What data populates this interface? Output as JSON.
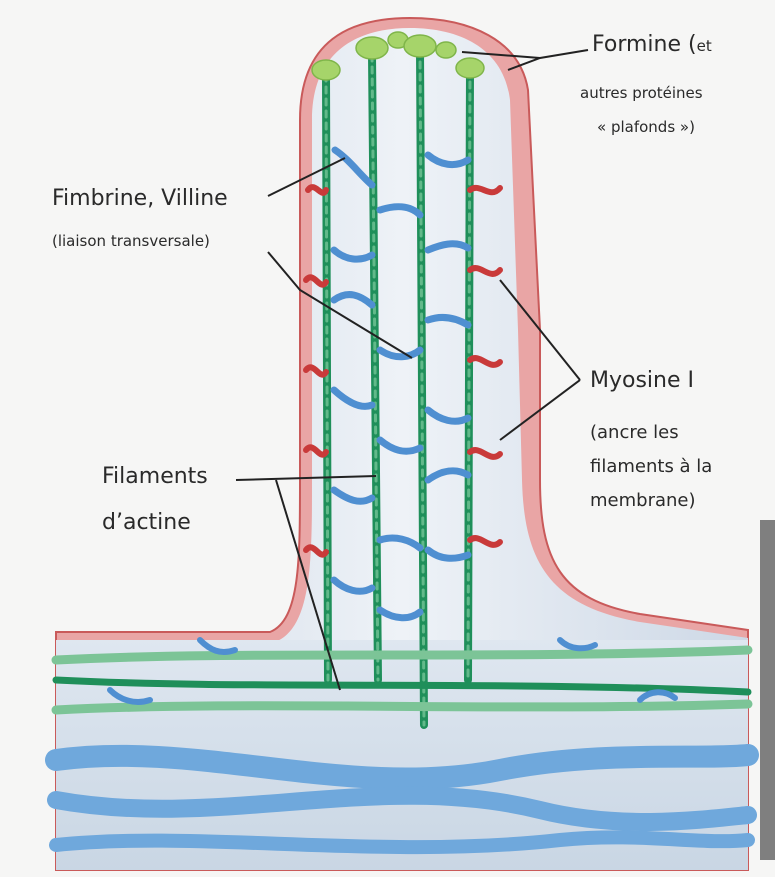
{
  "labels": {
    "formine_main": "Formine (",
    "formine_et": "et",
    "formine_line2": "autres protéines",
    "formine_line3": "« plafonds »)",
    "fimbrine": "Fimbrine, Villine",
    "liaison": "(liaison transversale)",
    "myosine": "Myosine I",
    "ancre_line1": "(ancre les",
    "ancre_line2": "filaments à la",
    "ancre_line3": "membrane)",
    "filaments": "Filaments",
    "actine": "d’actine"
  },
  "colors": {
    "membrane_outer": "#e8a4a4",
    "membrane_line": "#c95a5a",
    "cytoplasm": "#dde5ef",
    "actin_dark": "#1f8f5a",
    "actin_light": "#62b98a",
    "fimbrine": "#4f8fd1",
    "myosine": "#c93a3a",
    "formine": "#a6d46a",
    "cortex_fiber": "#6fa8dc"
  }
}
